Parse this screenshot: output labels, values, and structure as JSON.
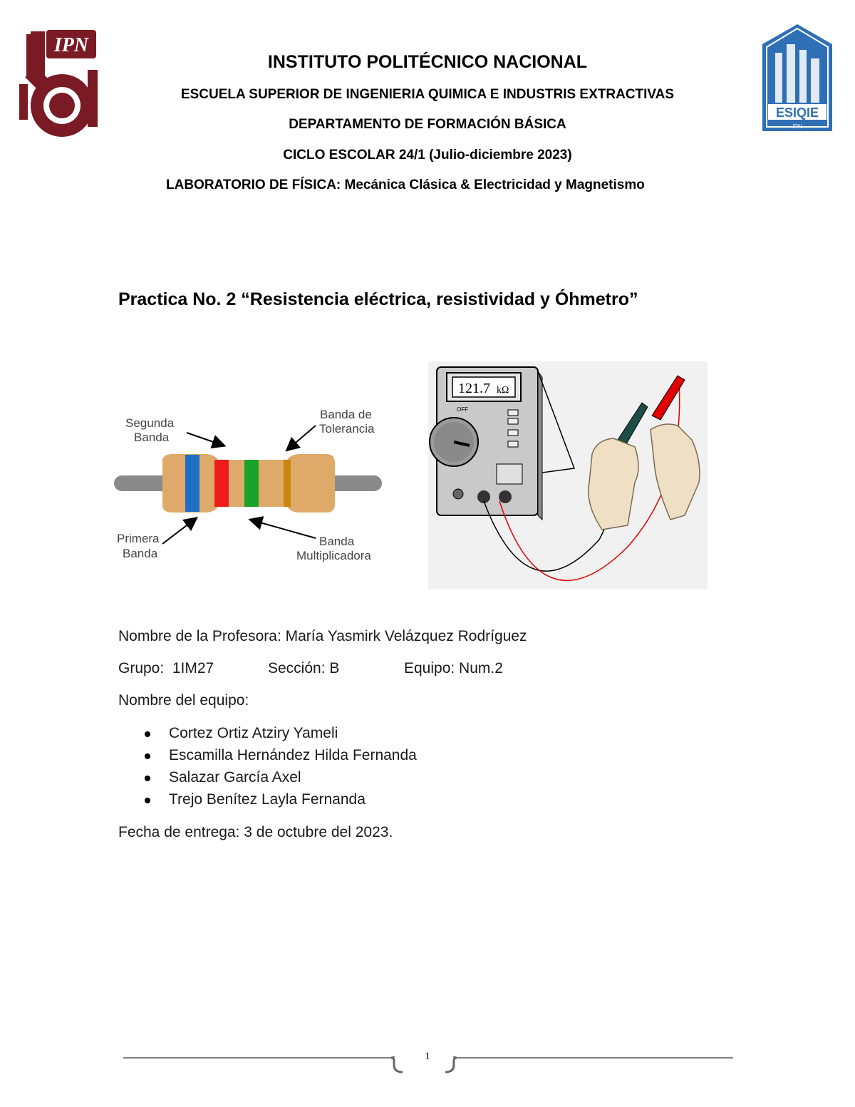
{
  "header": {
    "institute": "INSTITUTO POLITÉCNICO NACIONAL",
    "school": "ESCUELA SUPERIOR DE INGENIERIA QUIMICA E INDUSTRIS EXTRACTIVAS",
    "department": "DEPARTAMENTO DE FORMACIÓN BÁSICA",
    "cycle": "CICLO ESCOLAR 24/1 (Julio-diciembre 2023)",
    "lab": "LABORATORIO DE FÍSICA: Mecánica Clásica & Electricidad y Magnetismo",
    "logo_left_text": "IPN",
    "logo_right_text": "ESIQIE",
    "logo_right_sub": "IPN"
  },
  "title": "Practica No. 2 “Resistencia eléctrica, resistividad y Óhmetro”",
  "resistor_diagram": {
    "label_segunda_1": "Segunda",
    "label_segunda_2": "Banda",
    "label_tolerancia_1": "Banda de",
    "label_tolerancia_2": "Tolerancia",
    "label_primera_1": "Primera",
    "label_primera_2": "Banda",
    "label_multiplicadora_1": "Banda",
    "label_multiplicadora_2": "Multiplicadora",
    "colors": {
      "band1": "#1e6ec8",
      "band2": "#ee1c1c",
      "band3": "#1aa32b",
      "band4": "#c8860e",
      "body": "#dfa96a"
    }
  },
  "multimeter": {
    "display": "121.7",
    "unit": "kΩ",
    "off_label": "OFF"
  },
  "info": {
    "teacher": "Nombre de la Profesora: María Yasmirk Velázquez Rodríguez",
    "group": "Grupo:  1IM27",
    "section": "Sección: B",
    "team": "Equipo: Num.2",
    "team_name_label": "Nombre del equipo:",
    "members": [
      "Cortez Ortiz Atziry Yameli",
      "Escamilla Hernández Hilda Fernanda",
      "Salazar García Axel",
      "Trejo Benítez Layla Fernanda"
    ],
    "delivery": "Fecha de entrega: 3 de octubre del 2023."
  },
  "footer": {
    "page_number": "1"
  }
}
